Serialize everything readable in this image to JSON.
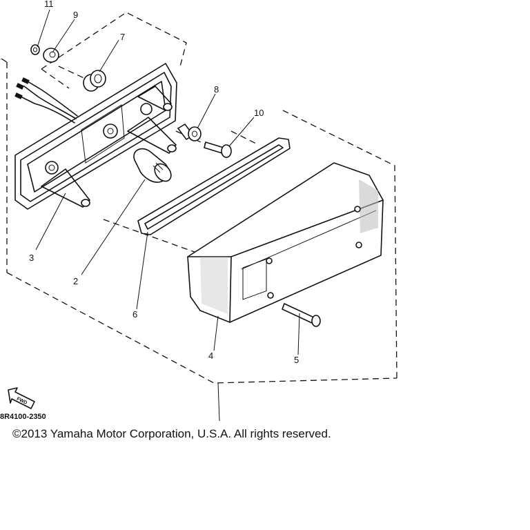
{
  "callouts": [
    "11",
    "9",
    "7",
    "8",
    "10",
    "3",
    "2",
    "6",
    "4",
    "5"
  ],
  "fwd_label": "FWD",
  "reference_code": "8R4100-2350",
  "copyright": "©2013 Yamaha Motor Corporation, U.S.A. All rights reserved."
}
